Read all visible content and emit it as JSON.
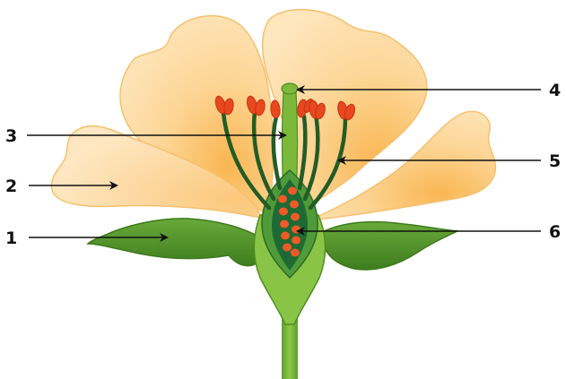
{
  "labels": [
    {
      "id": "1",
      "text": "1"
    },
    {
      "id": "2",
      "text": "2"
    },
    {
      "id": "3",
      "text": "3"
    },
    {
      "id": "4",
      "text": "4"
    },
    {
      "id": "5",
      "text": "5"
    },
    {
      "id": "6",
      "text": "6"
    }
  ],
  "colors": {
    "petal_fill": "#fde3b4",
    "petal_edge": "#f6c06e",
    "sepal_fill": "#5a9a2c",
    "sepal_edge": "#3c7a1a",
    "stem": "#7cb83a",
    "filament": "#235c26",
    "anther": "#e8481f",
    "ovary_dark": "#1f6a34",
    "ovule": "#ee5a28",
    "arrow": "#111111"
  },
  "icons": [
    "flower-cross-section"
  ]
}
